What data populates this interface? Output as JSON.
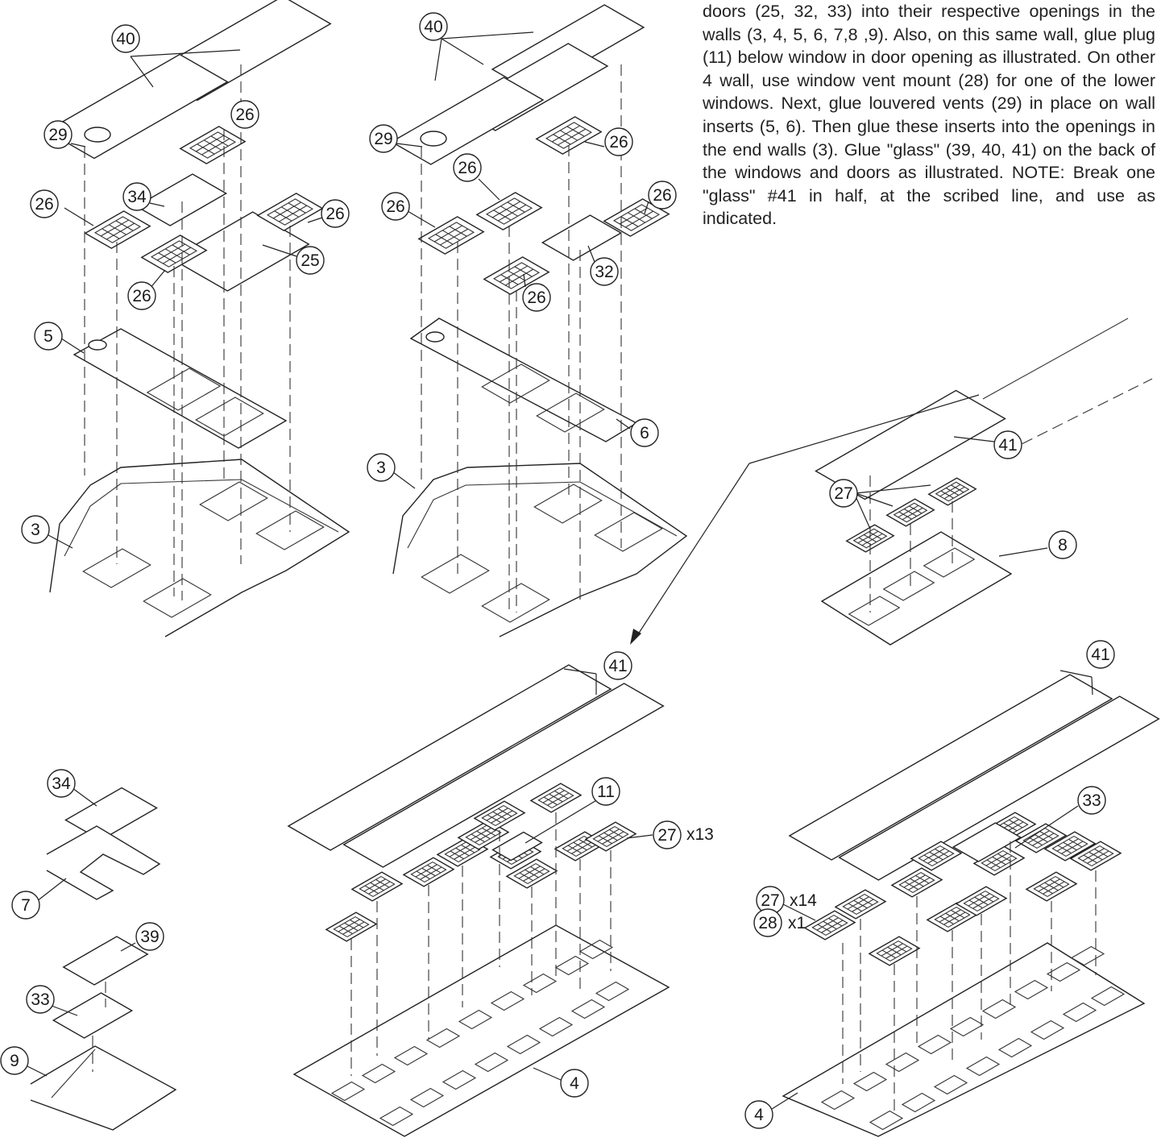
{
  "instructions": "doors (25, 32, 33) into their respective openings in the walls (3, 4, 5, 6, 7,8 ,9).  Also, on this same wall, glue plug (11) below window in door opening as illustrated. On other 4 wall, use window vent mount (28) for one of the lower windows. Next, glue louvered vents (29) in place on wall inserts (5, 6). Then glue these inserts into the openings in the end walls (3). Glue \"glass\" (39, 40, 41) on the back of the windows and doors as illustrated. NOTE: Break one \"glass\" #41 in half, at the scribed line, and use as indicated.",
  "callouts": {
    "a40": "40",
    "a29": "29",
    "a26a": "26",
    "a34": "34",
    "a26b": "26",
    "a26c": "26",
    "a25": "25",
    "a26d": "26",
    "a5": "5",
    "a3": "3",
    "b40": "40",
    "b29": "29",
    "b26a": "26",
    "b26b": "26",
    "b26c": "26",
    "b26d": "26",
    "b26e": "26",
    "b32": "32",
    "b6": "6",
    "b3": "3",
    "c41": "41",
    "c27": "27",
    "c8": "8",
    "d34": "34",
    "d7": "7",
    "d39": "39",
    "d33": "33",
    "d9": "9",
    "e41": "41",
    "e11": "11",
    "e27": "27",
    "e4": "4",
    "f41": "41",
    "f33": "33",
    "f27": "27",
    "f28": "28",
    "f4": "4"
  },
  "quantities": {
    "e27": "x13",
    "f27": "x14",
    "f28": "x1"
  }
}
